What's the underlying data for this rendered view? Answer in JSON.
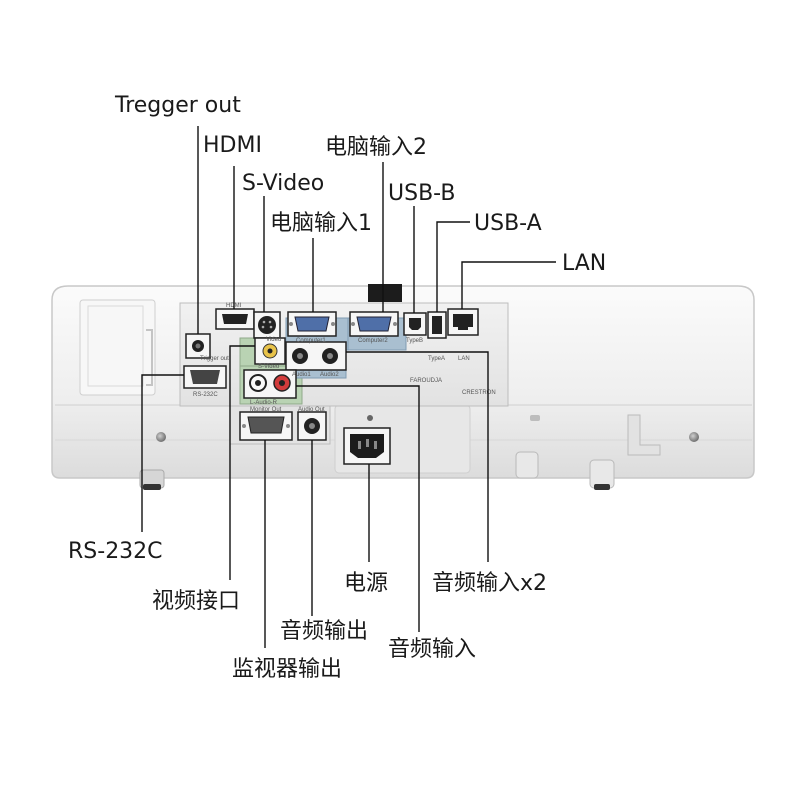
{
  "callouts": {
    "trigger_out": "Tregger out",
    "hdmi": "HDMI",
    "s_video": "S-Video",
    "computer_in_1": "电脑输入1",
    "computer_in_2": "电脑输入2",
    "usb_b": "USB-B",
    "usb_a": "USB-A",
    "lan": "LAN",
    "rs232c": "RS-232C",
    "video_port": "视频接口",
    "monitor_out": "监视器输出",
    "audio_out": "音频输出",
    "audio_in": "音频输入",
    "power": "电源",
    "audio_in_x2": "音频输入x2"
  },
  "panel_labels": {
    "trigger_out": "Trigger out",
    "rs232c": "RS-232C",
    "video": "Video",
    "s_video": "S-Video",
    "l_audio_r": "L-Audio-R",
    "monitor_out": "Monitor Out",
    "audio_out": "Audio Out",
    "computer1": "Computer1",
    "computer2": "Computer2",
    "audio1": "Audio1",
    "audio2": "Audio2",
    "type_b": "TypeB",
    "type_a": "TypeA",
    "lan": "LAN",
    "hdmi_logo": "HDMI",
    "crestron": "CRESTRON",
    "faroudja": "FAROUDJA"
  },
  "colors": {
    "body": "#f3f3f3",
    "panel": "#e9e9e9",
    "video_group": "#b9d3b3",
    "computer_group": "#a9bfd0",
    "port_dark": "#2d2d2d",
    "port_blue": "#4f6fa8",
    "leader": "#111111"
  }
}
